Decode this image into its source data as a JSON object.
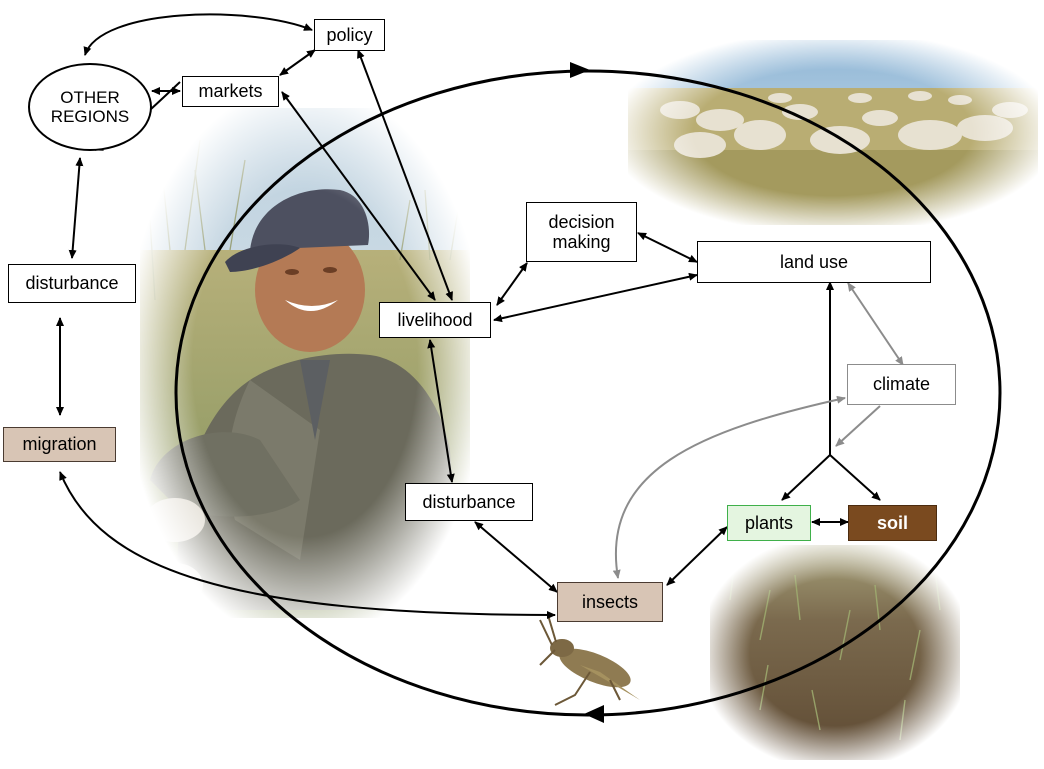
{
  "nodes": {
    "policy": "policy",
    "other_regions": "OTHER\nREGIONS",
    "markets": "markets",
    "disturbance_left": "disturbance",
    "migration": "migration",
    "decision_making": "decision\nmaking",
    "land_use": "land use",
    "livelihood": "livelihood",
    "climate": "climate",
    "disturbance_center": "disturbance",
    "plants": "plants",
    "soil": "soil",
    "insects": "insects"
  },
  "colors": {
    "arrow_black": "#000000",
    "arrow_grey": "#8c8c8c",
    "tan_fill": "#d8c5b5",
    "green_fill": "#e4f5e0",
    "green_border": "#3fb04a",
    "soil_fill": "#7a4a1f"
  },
  "images": [
    "herder-photo",
    "sheep-grassland-photo",
    "grassland-soil-photo",
    "grasshopper-image",
    "grass-backdrop"
  ]
}
